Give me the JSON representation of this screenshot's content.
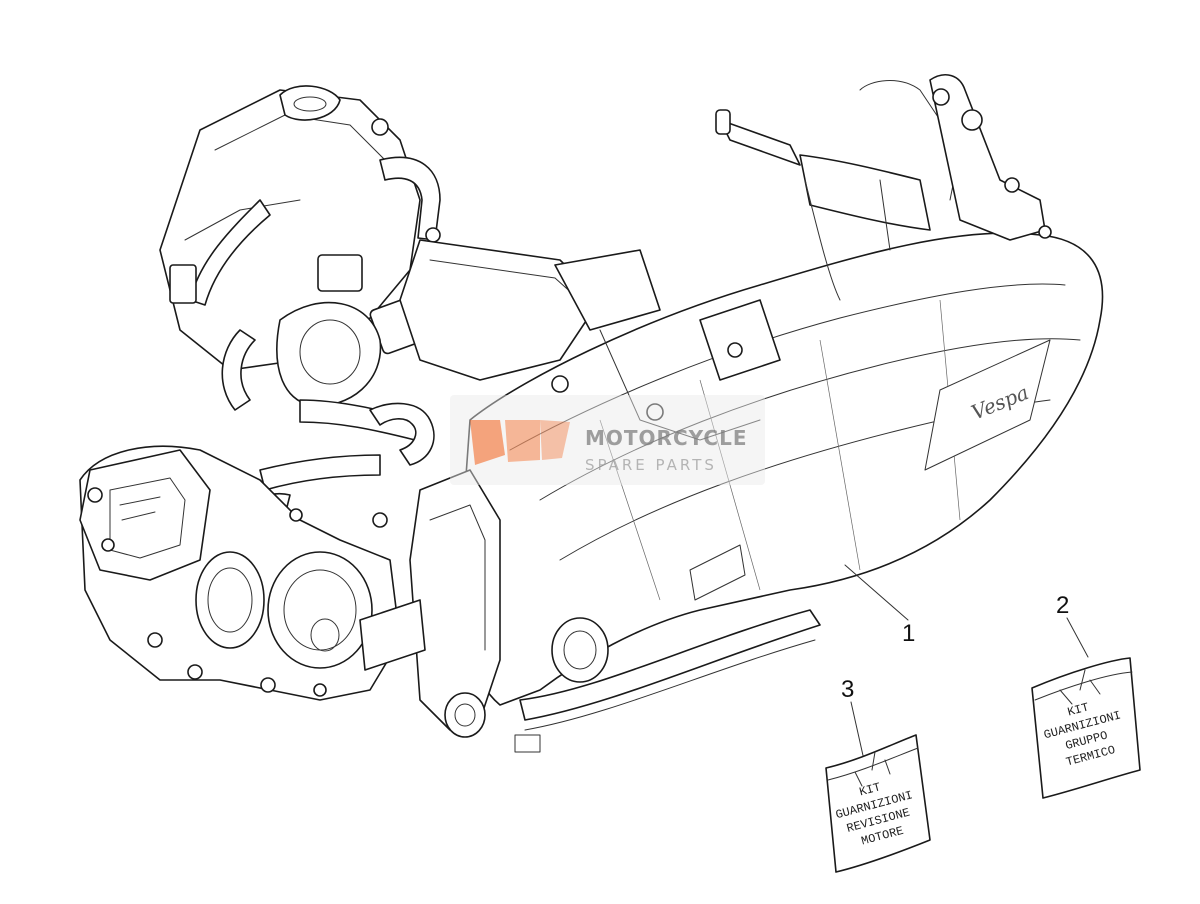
{
  "parts": [
    {
      "number": "1",
      "name": ""
    },
    {
      "number": "2",
      "kit_lines": [
        "KIT",
        "GUARNIZIONI",
        "GRUPPO",
        "TERMICO"
      ]
    },
    {
      "number": "3",
      "kit_lines": [
        "KIT",
        "GUARNIZIONI",
        "REVISIONE",
        "MOTORE"
      ]
    }
  ],
  "watermark": {
    "line1": "MOTORCYCLE",
    "line2": "SPARE PARTS"
  },
  "colors": {
    "line": "#1a1a1a",
    "background": "#ffffff",
    "watermark_orange": "#f26b2a",
    "watermark_gray": "#8c8c8c"
  }
}
